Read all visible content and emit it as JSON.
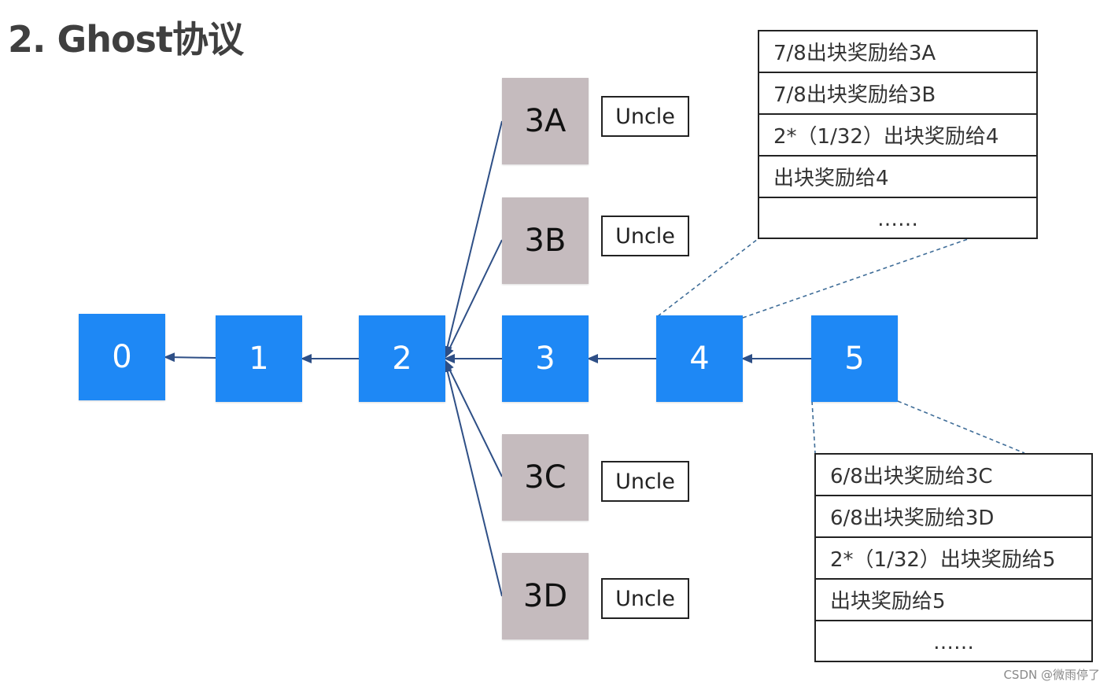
{
  "title": "2. Ghost协议",
  "chain": [
    "0",
    "1",
    "2",
    "3",
    "4",
    "5"
  ],
  "uncles": [
    {
      "block": "3A",
      "label": "Uncle"
    },
    {
      "block": "3B",
      "label": "Uncle"
    },
    {
      "block": "3C",
      "label": "Uncle"
    },
    {
      "block": "3D",
      "label": "Uncle"
    }
  ],
  "rewards_block4": [
    "7/8出块奖励给3A",
    "7/8出块奖励给3B",
    "2*（1/32）出块奖励给4",
    "出块奖励给4",
    "……"
  ],
  "rewards_block5": [
    "6/8出块奖励给3C",
    "6/8出块奖励给3D",
    "2*（1/32）出块奖励给5",
    "出块奖励给5",
    "……"
  ],
  "watermark": "CSDN @微雨停了",
  "colors": {
    "main_block": "#1e88f5",
    "uncle_block": "#c5bbbe",
    "arrow": "#2e4f86",
    "dashed": "#3f6d98"
  }
}
